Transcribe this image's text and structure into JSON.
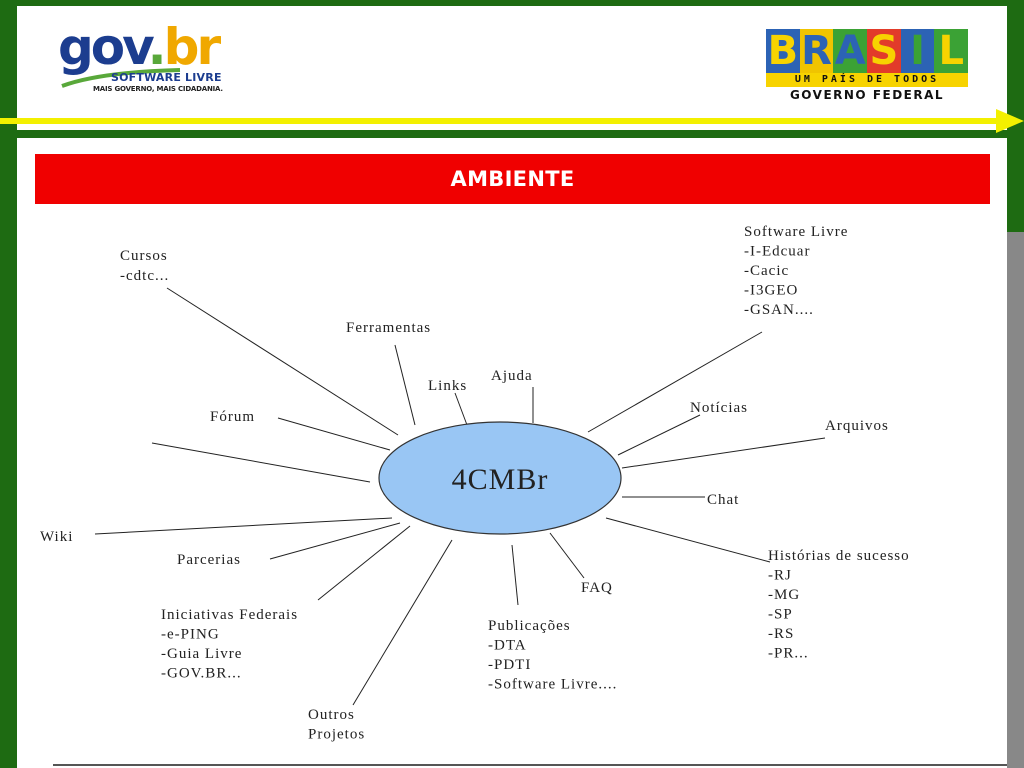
{
  "header": {
    "logo_left": {
      "word_gov": "gov",
      "word_dot": ".",
      "word_br": "br",
      "line1": "SOFTWARE LIVRE",
      "line2": "MAIS GOVERNO, MAIS CIDADANIA."
    },
    "logo_right": {
      "letters": [
        "B",
        "R",
        "A",
        "S",
        "I",
        "L"
      ],
      "tagline": "UM PAÍS DE TODOS",
      "org": "GOVERNO FEDERAL"
    }
  },
  "title": "AMBIENTE",
  "diagram": {
    "center": "4CMBr",
    "colors": {
      "hub_fill": "#99c6f4",
      "title_bar": "#f00000",
      "frame": "#1e6b12",
      "accent_line": "#f3f000"
    },
    "nodes": [
      {
        "id": "cursos",
        "title": "Cursos",
        "items": [
          "-cdtc..."
        ]
      },
      {
        "id": "ferramentas",
        "title": "Ferramentas",
        "items": []
      },
      {
        "id": "links",
        "title": "Links",
        "items": []
      },
      {
        "id": "ajuda",
        "title": "Ajuda",
        "items": []
      },
      {
        "id": "software-livre",
        "title": "Software Livre",
        "items": [
          "-I-Edcuar",
          "-Cacic",
          "-I3GEO",
          "-GSAN...."
        ]
      },
      {
        "id": "noticias",
        "title": "Notícias",
        "items": []
      },
      {
        "id": "arquivos",
        "title": "Arquivos",
        "items": []
      },
      {
        "id": "forum",
        "title": "Fórum",
        "items": []
      },
      {
        "id": "chat",
        "title": "Chat",
        "items": []
      },
      {
        "id": "wiki",
        "title": "Wiki",
        "items": []
      },
      {
        "id": "parcerias",
        "title": "Parcerias",
        "items": []
      },
      {
        "id": "historias",
        "title": "Histórias de sucesso",
        "items": [
          "-RJ",
          "-MG",
          "-SP",
          "-RS",
          "-PR..."
        ]
      },
      {
        "id": "faq",
        "title": "FAQ",
        "items": []
      },
      {
        "id": "iniciativas",
        "title": "Iniciativas Federais",
        "items": [
          "-e-PING",
          "-Guia Livre",
          "-GOV.BR..."
        ]
      },
      {
        "id": "publicacoes",
        "title": "Publicações",
        "items": [
          "-DTA",
          "-PDTI",
          "-Software Livre...."
        ]
      },
      {
        "id": "outros",
        "title": "Outros",
        "items": [
          "Projetos"
        ]
      }
    ]
  }
}
